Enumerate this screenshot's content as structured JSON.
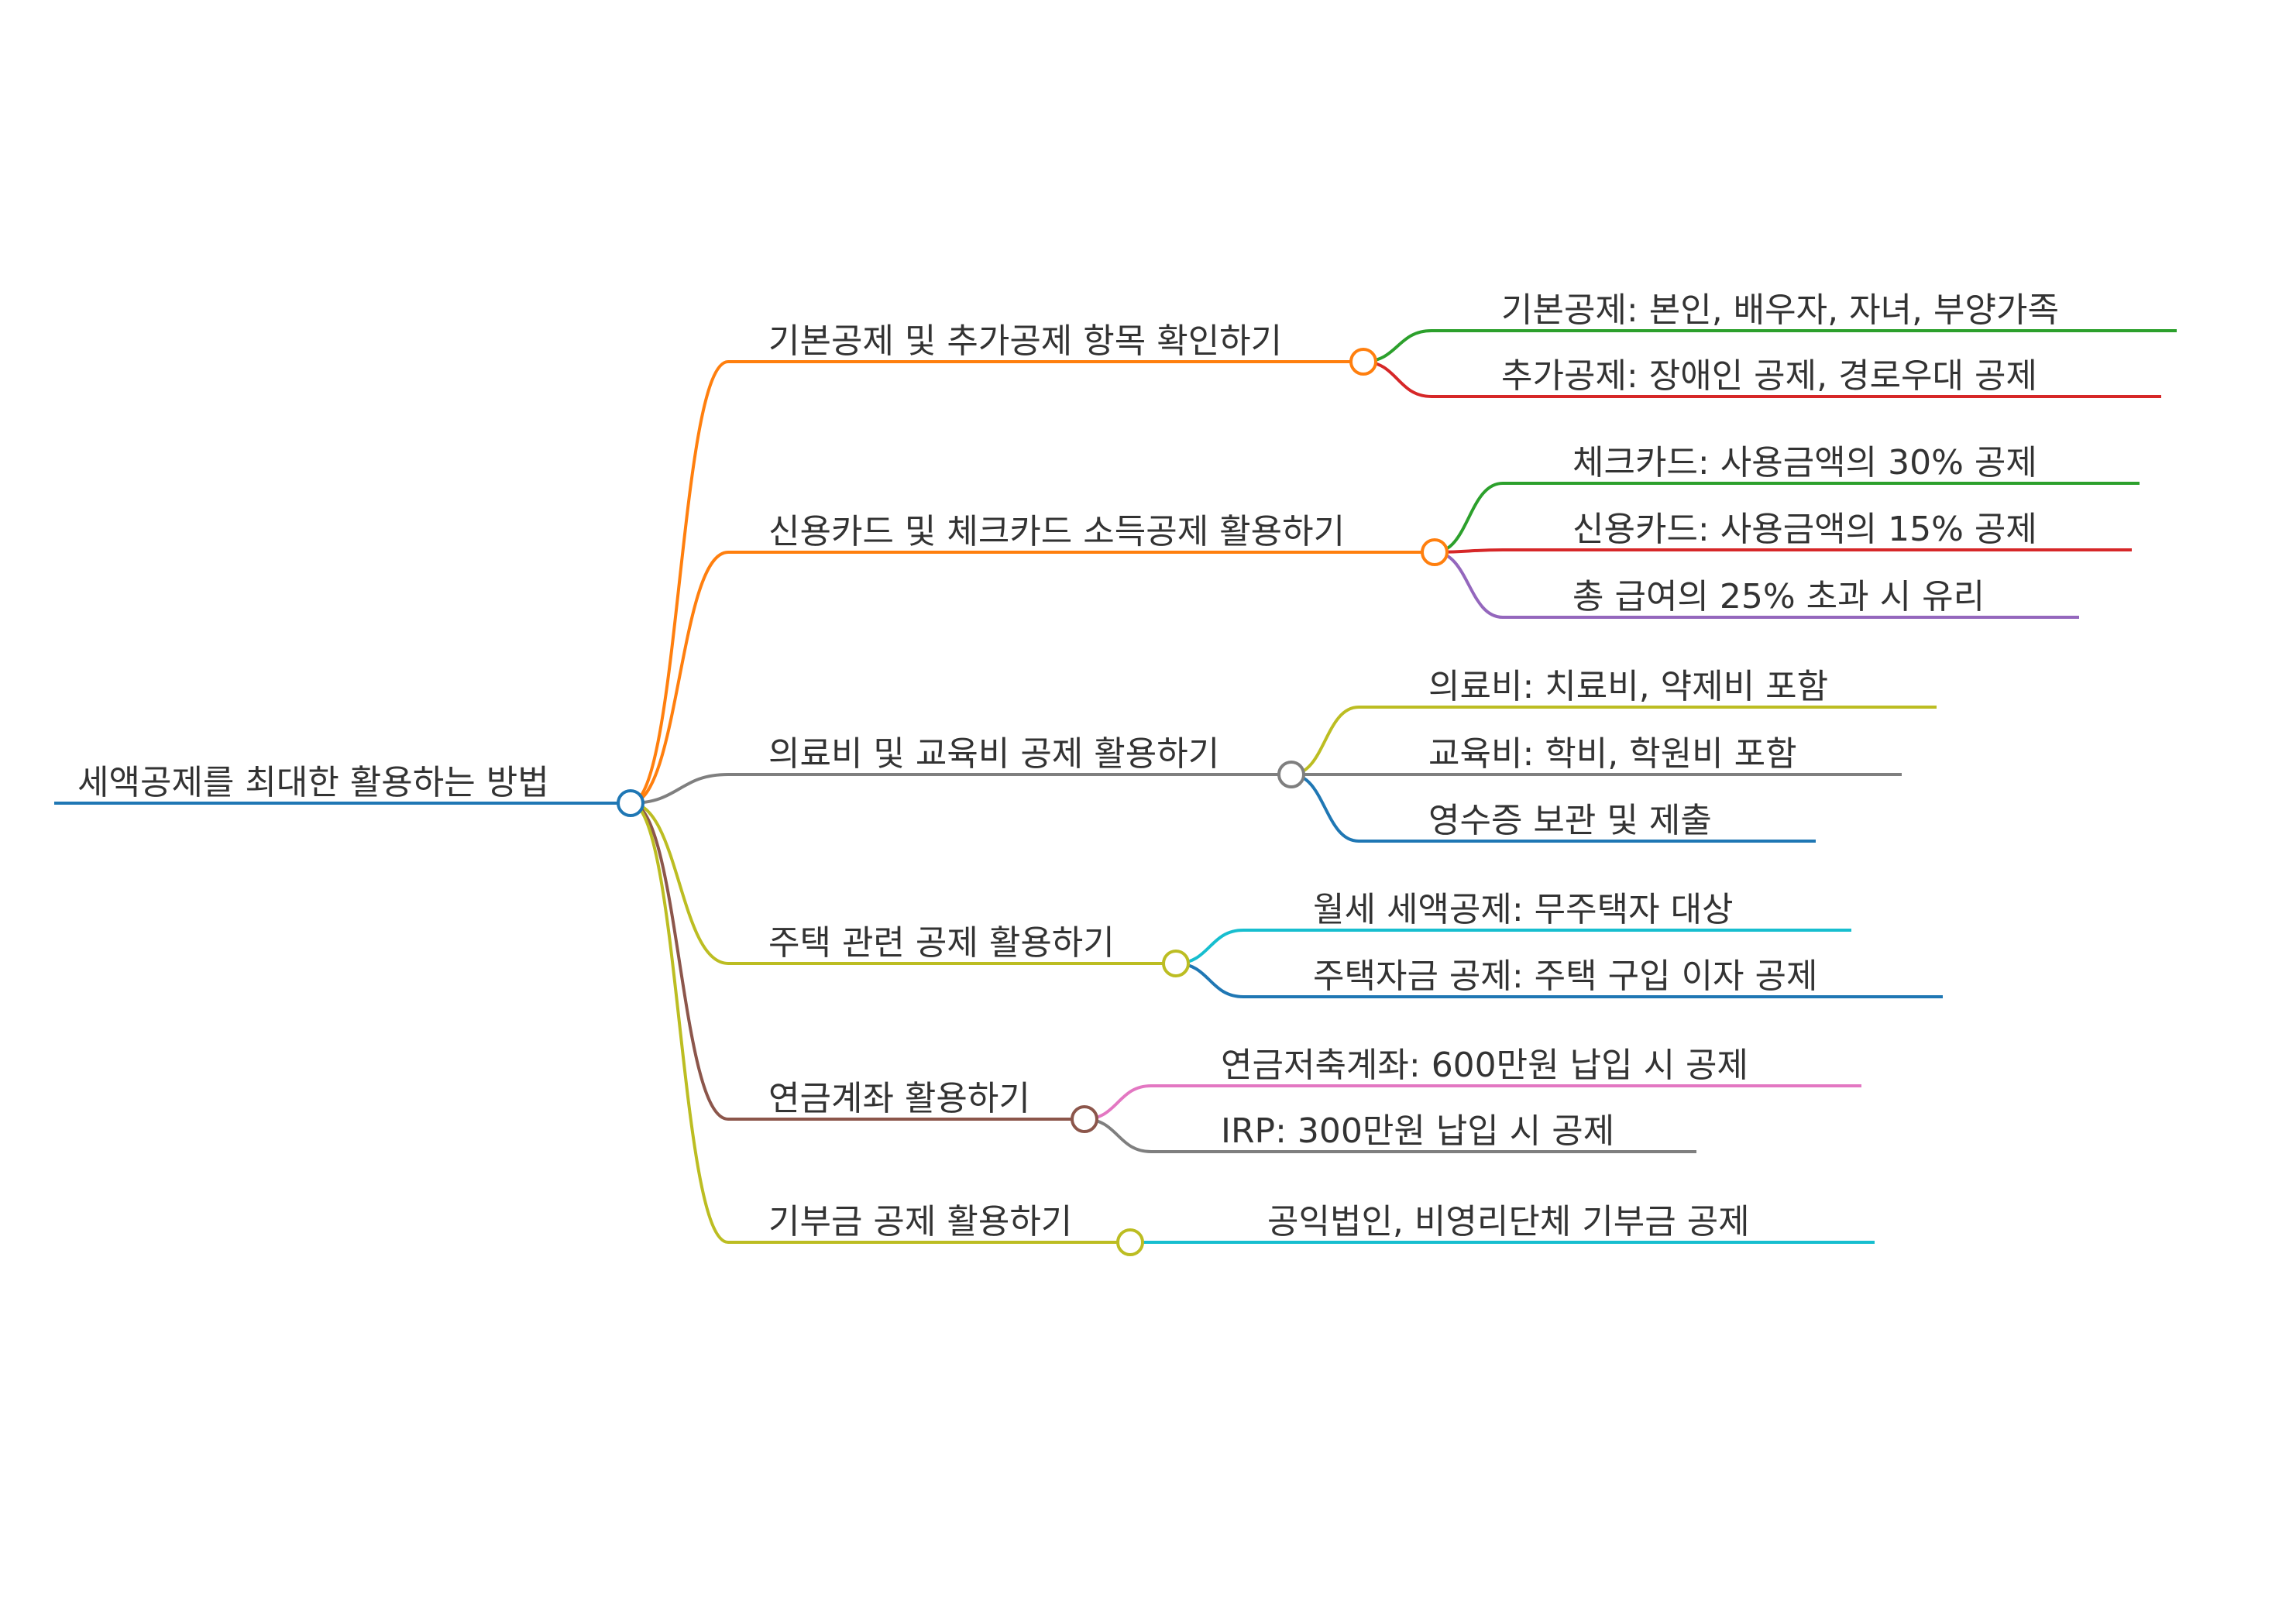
{
  "root": {
    "label": "세액공제를 최대한 활용하는 방법",
    "color": "#1f77b4"
  },
  "branches": [
    {
      "label": "기본공제 및 추가공제 항목 확인하기",
      "color": "#ff7f0e",
      "children": [
        {
          "label": "기본공제: 본인, 배우자, 자녀, 부양가족",
          "color": "#2ca02c"
        },
        {
          "label": "추가공제: 장애인 공제, 경로우대 공제",
          "color": "#d62728"
        }
      ]
    },
    {
      "label": "신용카드 및 체크카드 소득공제 활용하기",
      "color": "#ff7f0e",
      "children": [
        {
          "label": "체크카드: 사용금액의 30% 공제",
          "color": "#2ca02c"
        },
        {
          "label": "신용카드: 사용금액의 15% 공제",
          "color": "#d62728"
        },
        {
          "label": "총 급여의 25% 초과 시 유리",
          "color": "#9467bd"
        }
      ]
    },
    {
      "label": "의료비 및 교육비 공제 활용하기",
      "color": "#7f7f7f",
      "children": [
        {
          "label": "의료비: 치료비, 약제비 포함",
          "color": "#bcbd22"
        },
        {
          "label": "교육비: 학비, 학원비 포함",
          "color": "#7f7f7f"
        },
        {
          "label": "영수증 보관 및 제출",
          "color": "#1f77b4"
        }
      ]
    },
    {
      "label": "주택 관련 공제 활용하기",
      "color": "#bcbd22",
      "children": [
        {
          "label": "월세 세액공제: 무주택자 대상",
          "color": "#17becf"
        },
        {
          "label": "주택자금 공제: 주택 구입 이자 공제",
          "color": "#1f77b4"
        }
      ]
    },
    {
      "label": "연금계좌 활용하기",
      "color": "#8c564b",
      "children": [
        {
          "label": "연금저축계좌: 600만원 납입 시 공제",
          "color": "#e377c2"
        },
        {
          "label": "IRP: 300만원 납입 시 공제",
          "color": "#7f7f7f"
        }
      ]
    },
    {
      "label": "기부금 공제 활용하기",
      "color": "#bcbd22",
      "children": [
        {
          "label": "공익법인, 비영리단체 기부금 공제",
          "color": "#17becf"
        }
      ]
    }
  ]
}
